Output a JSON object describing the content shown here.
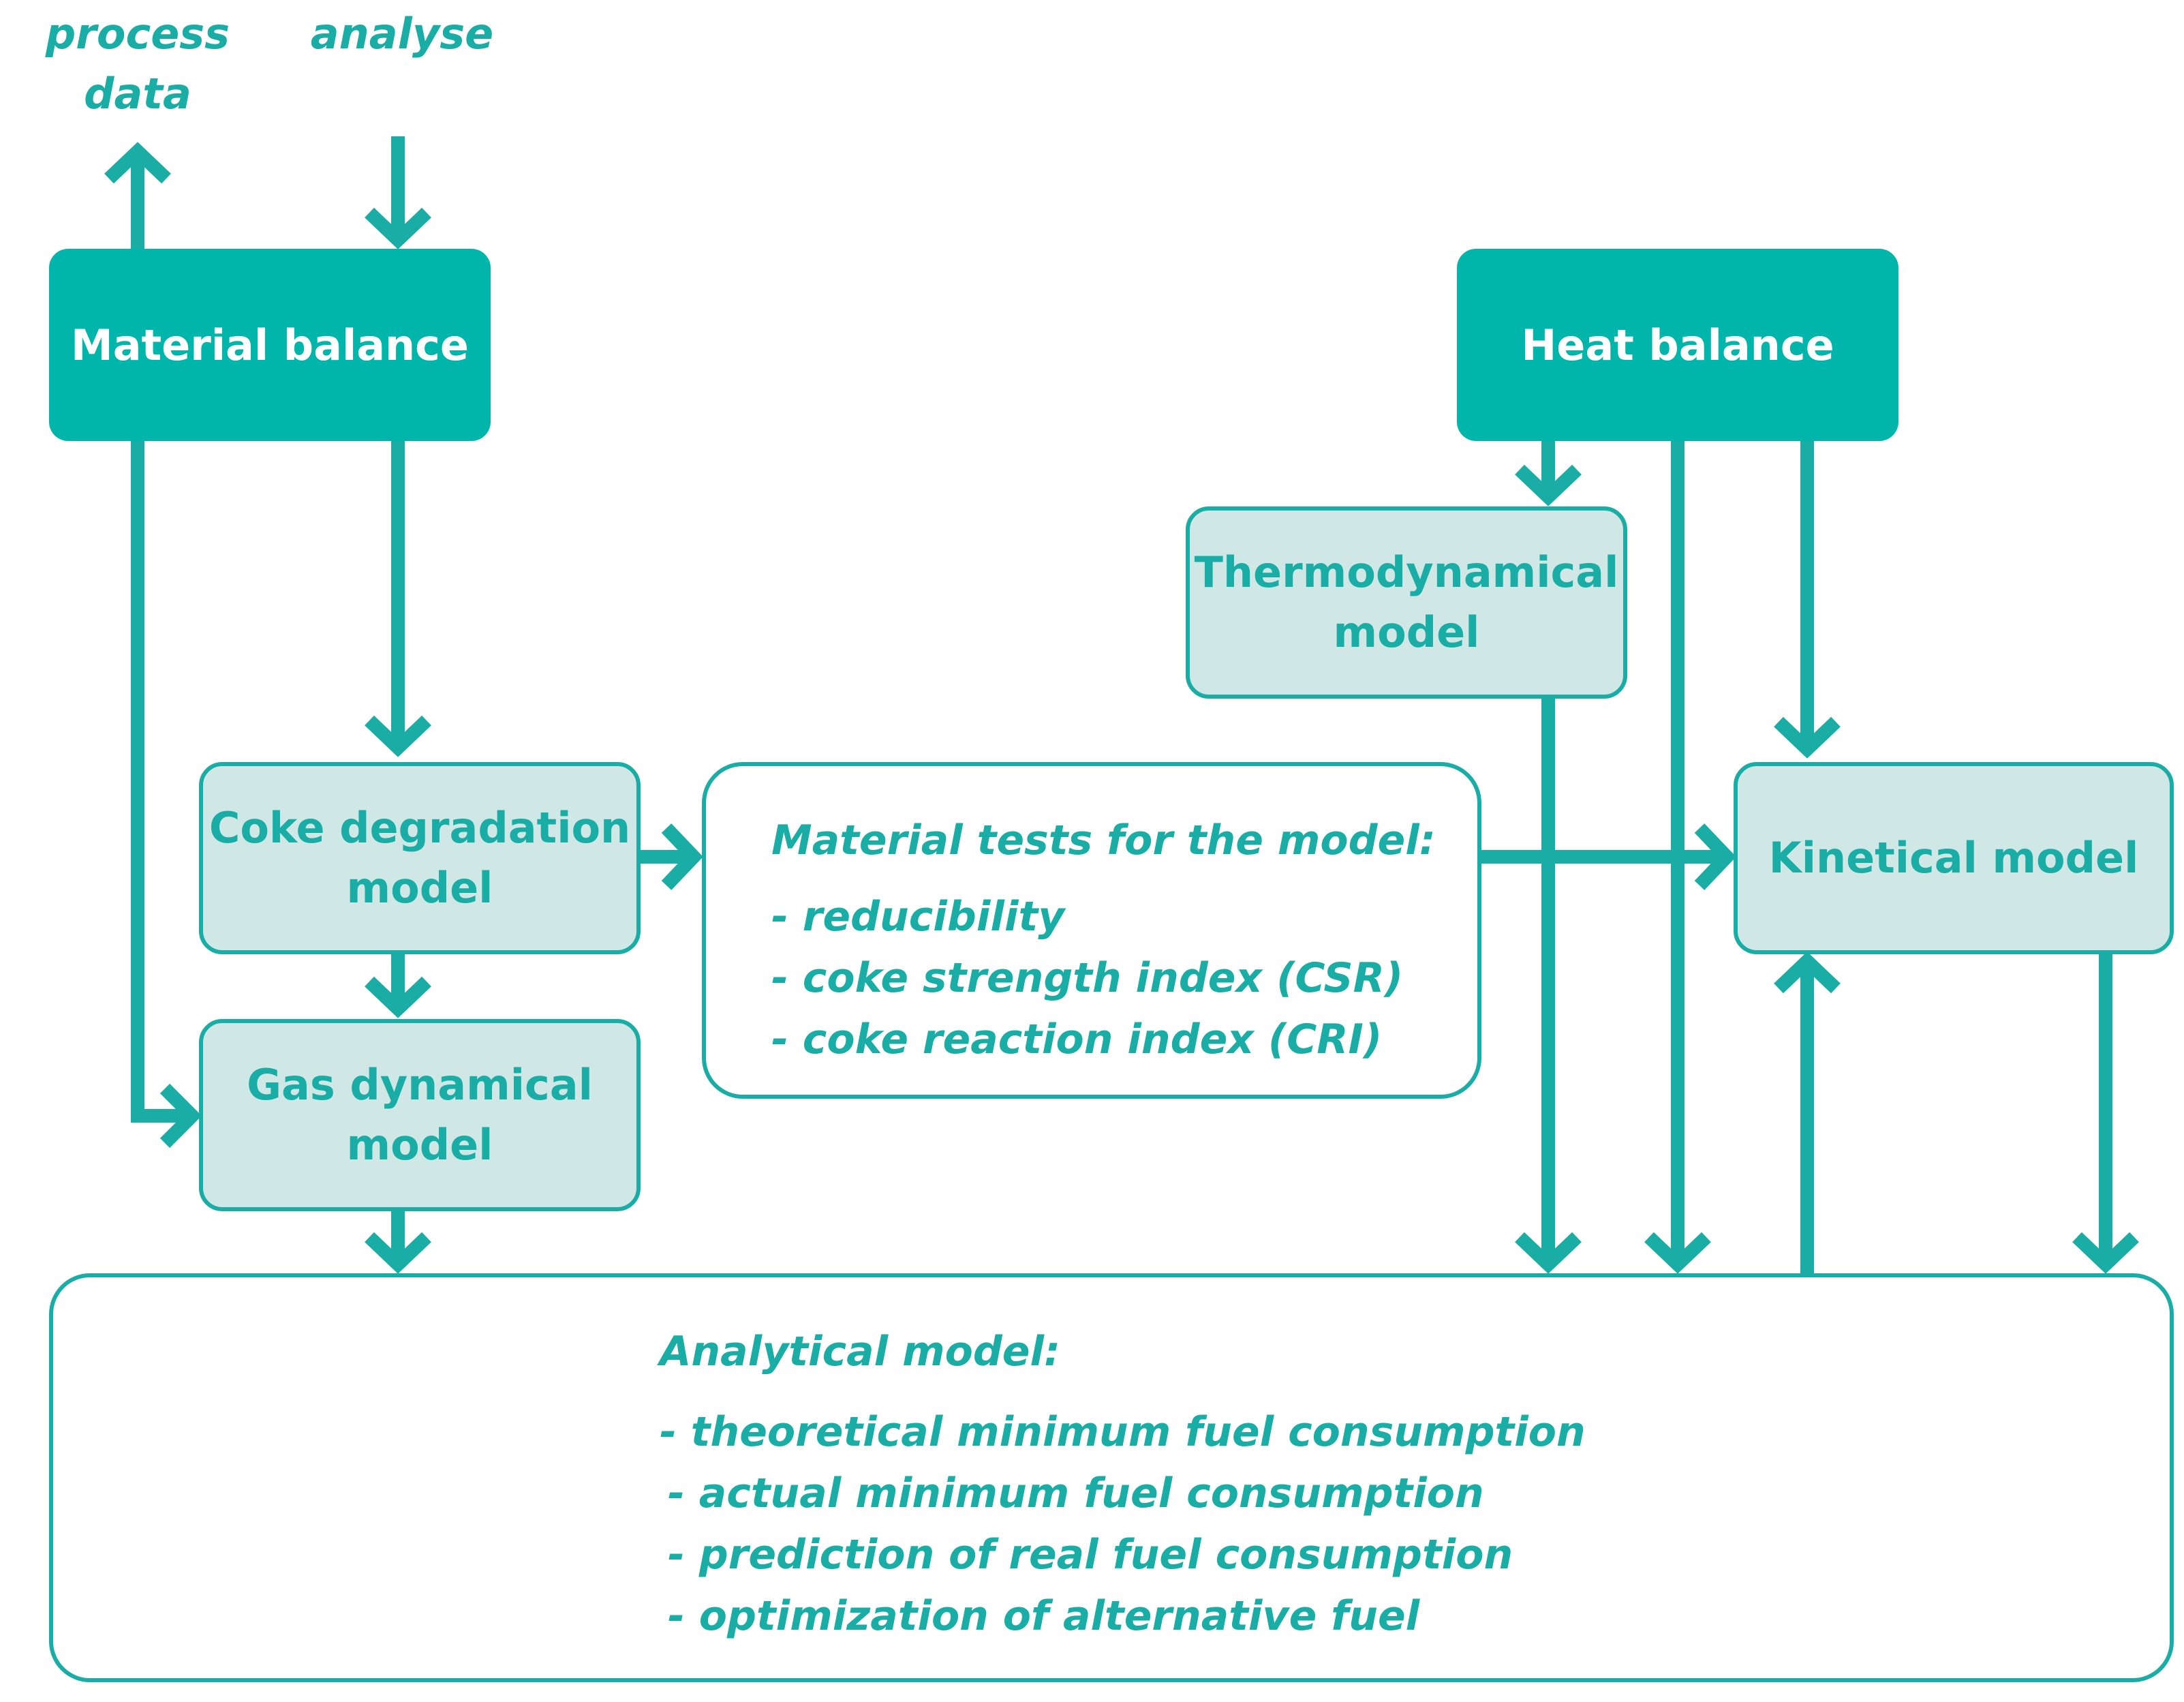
{
  "inputs": {
    "process_data": "process\ndata",
    "analyse": "analyse"
  },
  "boxes": {
    "material_balance": "Material balance",
    "heat_balance": "Heat balance",
    "thermodynamical_model": "Thermodynamical\nmodel",
    "coke_degradation_model": "Coke degradation\nmodel",
    "gas_dynamical_model": "Gas dynamical\nmodel",
    "kinetical_model": "Kinetical model"
  },
  "material_tests": {
    "title": "Material tests for the model:",
    "items": [
      "- reducibility",
      "- coke strength index (CSR)",
      "- coke reaction index (CRI)"
    ]
  },
  "analytical_model": {
    "title": "Analytical model:",
    "items": [
      "- theoretical minimum fuel consumption",
      "- actual minimum fuel consumption",
      "- prediction of real fuel consumption",
      "- optimization of alternative fuel"
    ]
  },
  "colors": {
    "accent": "#19ada6",
    "dark_box": "#00b5aa",
    "light_box": "#cfe8e5"
  }
}
